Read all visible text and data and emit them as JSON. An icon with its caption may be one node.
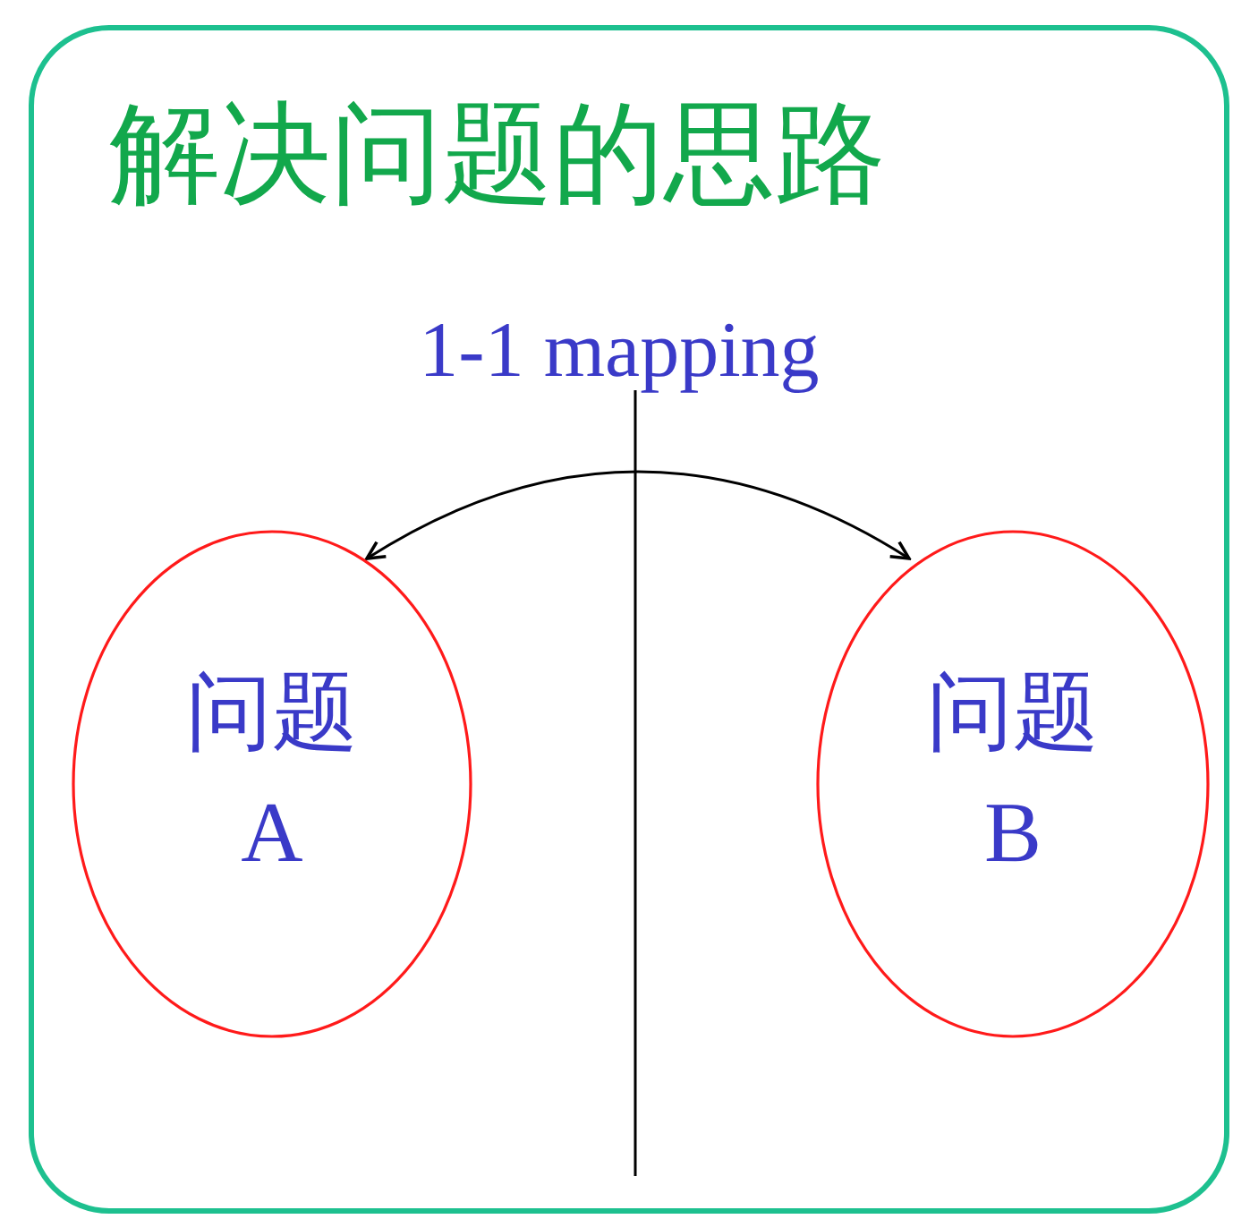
{
  "diagram": {
    "nodes": [
      {
        "text": [
          "解决问题的思路"
        ]
      },
      {
        "text": [
          "问题",
          "A"
        ],
        "in": 0
      },
      {
        "text": [
          "问题",
          "B"
        ],
        "in": 0
      }
    ],
    "edges": [
      {
        "from": 1,
        "to": 2,
        "arrow": "both",
        "label": "1-1 mapping"
      }
    ]
  }
}
